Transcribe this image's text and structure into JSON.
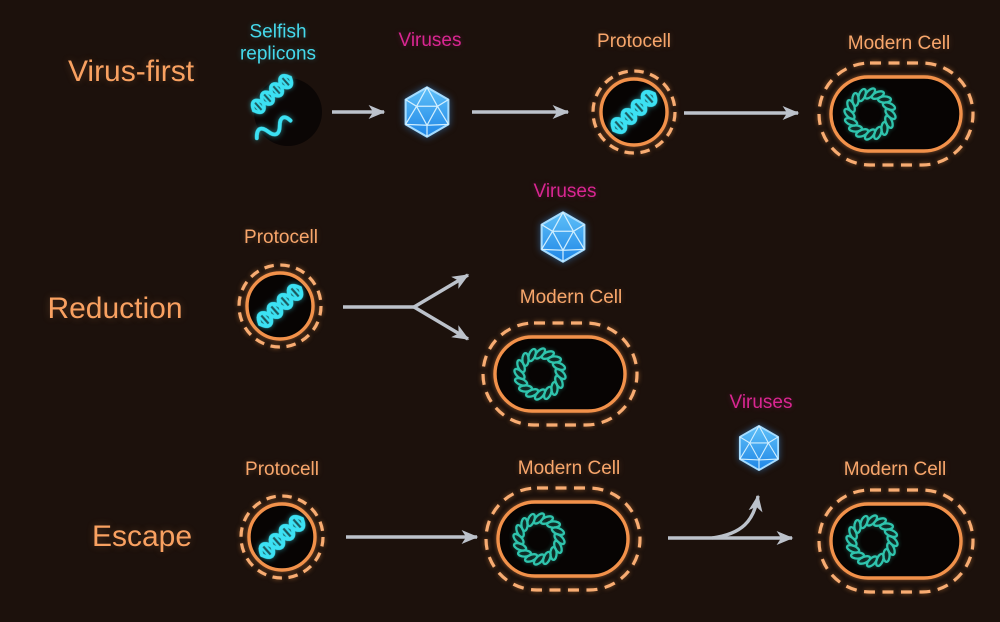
{
  "figure": {
    "background": "#1c110c",
    "rows": [
      {
        "title": "Virus-first",
        "items": [
          {
            "label": "Selfish replicons",
            "icon": "dna-fragments-icon"
          },
          {
            "label": "Viruses",
            "icon": "virus-capsid-icon"
          },
          {
            "label": "Protocell",
            "icon": "protocell-icon"
          },
          {
            "label": "Modern Cell",
            "icon": "modern-cell-icon"
          }
        ]
      },
      {
        "title": "Reduction",
        "items": [
          {
            "label": "Protocell",
            "icon": "protocell-icon"
          },
          {
            "label": "Viruses",
            "icon": "virus-capsid-icon"
          },
          {
            "label": "Modern Cell",
            "icon": "modern-cell-icon"
          }
        ]
      },
      {
        "title": "Escape",
        "items": [
          {
            "label": "Protocell",
            "icon": "protocell-icon"
          },
          {
            "label": "Modern Cell",
            "icon": "modern-cell-icon"
          },
          {
            "label": "Viruses",
            "icon": "virus-capsid-icon"
          },
          {
            "label": "Modern Cell",
            "icon": "modern-cell-icon"
          }
        ]
      }
    ],
    "colors": {
      "row_title": "#f9a161",
      "cell_label": "#f8a66b",
      "replicon_label": "#45d9ec",
      "virus_label": "#d92691",
      "arrow": "#bcc2cb",
      "membrane_solid": "#f2914a",
      "membrane_dashed": "#f8ac72",
      "dna": "#3ce1f3",
      "chromosome_ring": "#2fc4ad",
      "virus_capsid": "#2e9df2"
    }
  }
}
